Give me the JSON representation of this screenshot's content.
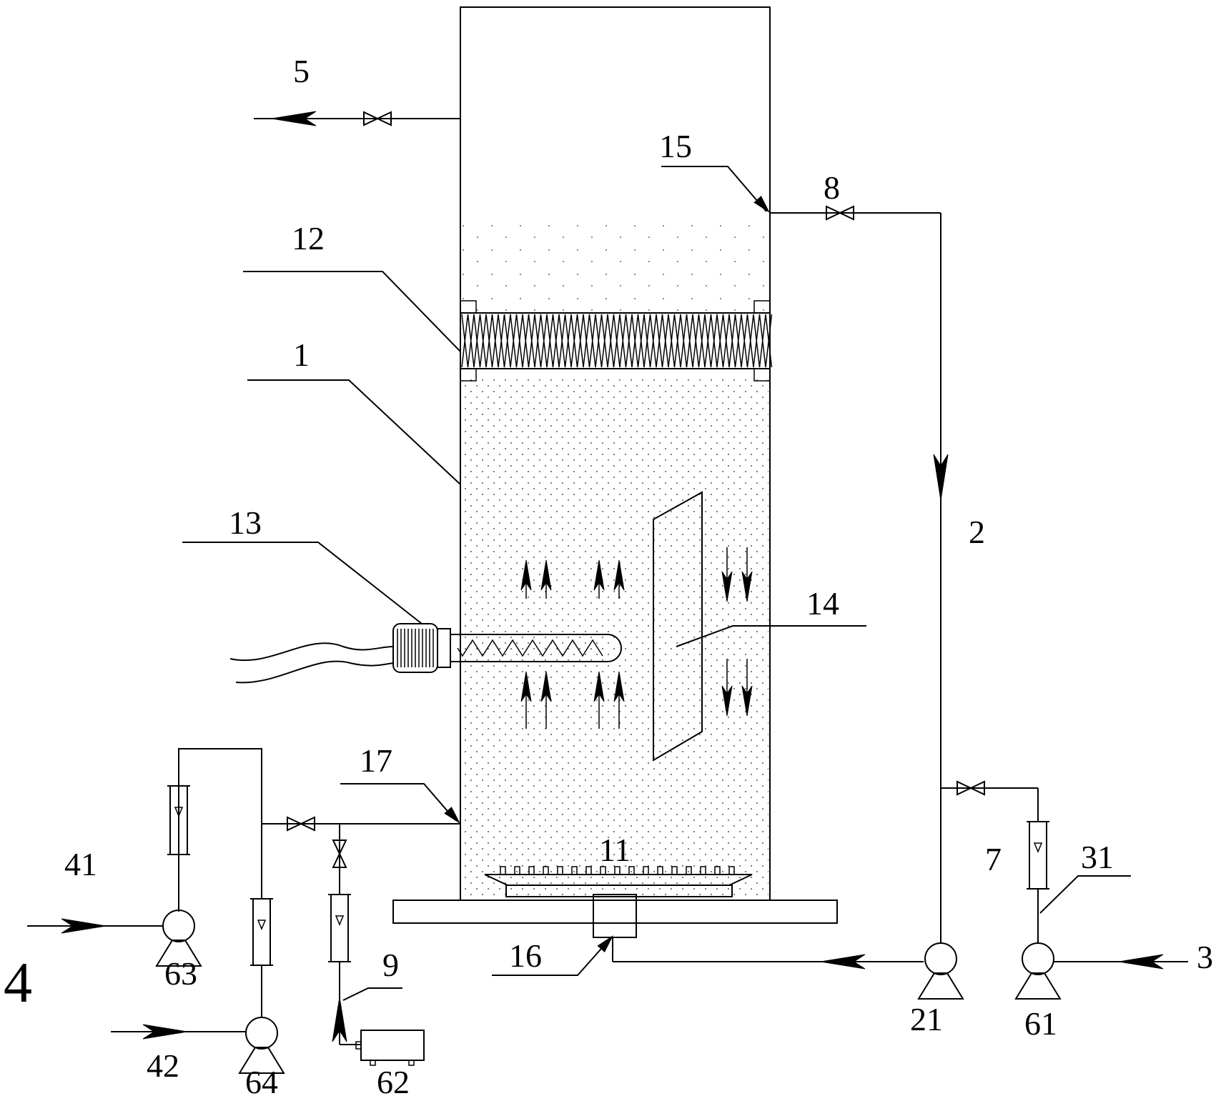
{
  "figure": {
    "labels": {
      "reactor": "1",
      "reactor_top_outlet": "5",
      "recirculation_line": "2",
      "influent_line": "3",
      "gas_supply": "4",
      "gas_inlet_a": "41",
      "gas_inlet_b": "42",
      "recirculation_pump": "21",
      "influent_flowmeter_line": "31",
      "flowmeter": "7",
      "recirculation_valve": "8",
      "sampling_port": "9",
      "distributor": "11",
      "packing_layer": "12",
      "light_source": "13",
      "baffle": "14",
      "recirculation_outlet": "15",
      "bottom_inlet": "16",
      "side_inlet": "17",
      "influent_pump": "61",
      "gas_pump_small": "62",
      "gas_pump_a": "63",
      "gas_pump_b": "64"
    }
  }
}
